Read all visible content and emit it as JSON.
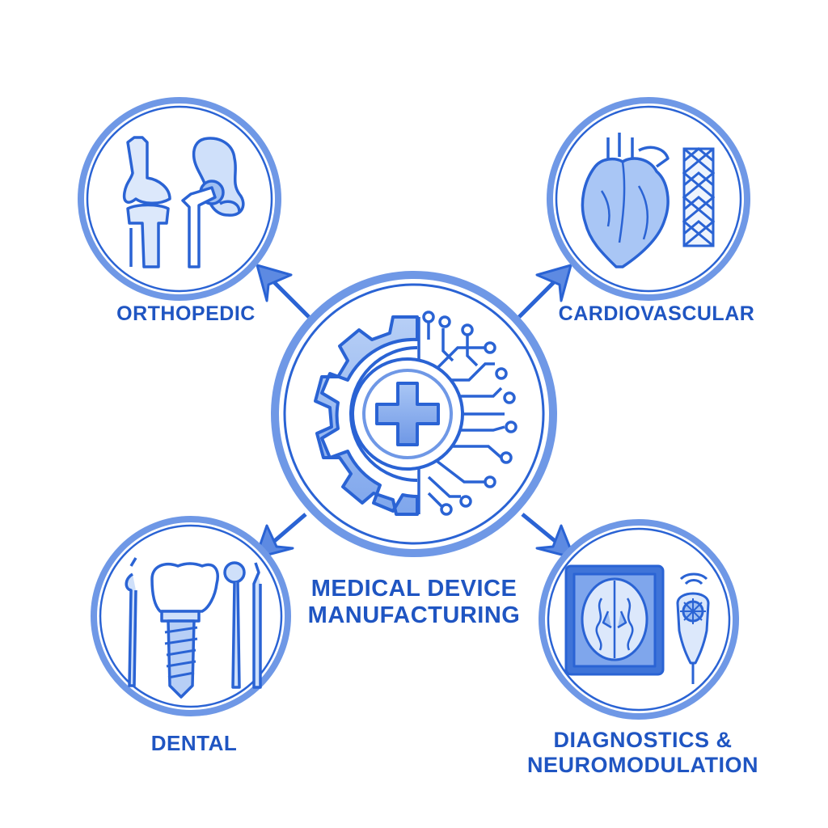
{
  "hub": {
    "title_line1": "MEDICAL DEVICE",
    "title_line2": "MANUFACTURING",
    "icon": "gear-circuit-medical-cross-icon"
  },
  "sectors": [
    {
      "label_line1": "ORTHOPEDIC",
      "label_line2": "",
      "icon": "bone-joint-hip-implant-icon"
    },
    {
      "label_line1": "CARDIOVASCULAR",
      "label_line2": "",
      "icon": "heart-stent-icon"
    },
    {
      "label_line1": "DENTAL",
      "label_line2": "",
      "icon": "tooth-implant-tools-icon"
    },
    {
      "label_line1": "DIAGNOSTICS &",
      "label_line2": "NEUROMODULATION",
      "icon": "brain-scan-neurostimulator-icon"
    }
  ],
  "colors": {
    "primary": "#2a63d4",
    "text": "#1f55c2",
    "fill_light": "#cfe0fa",
    "fill_mid": "#9fbff2",
    "background": "#ffffff"
  }
}
